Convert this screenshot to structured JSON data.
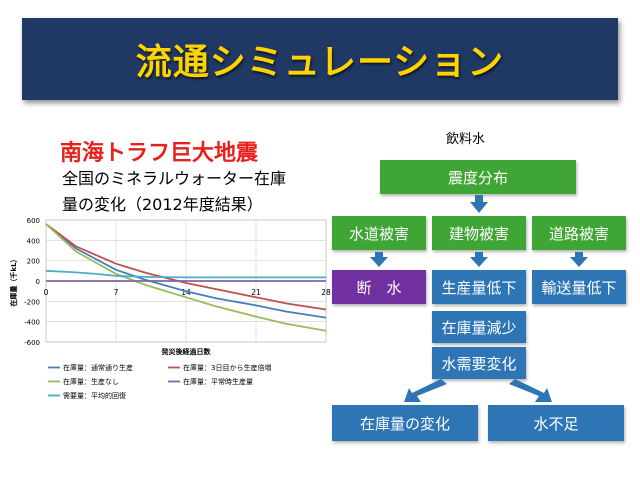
{
  "slide": {
    "title": "流通シミュレーション",
    "quake_title": "南海トラフ巨大地震",
    "chart_desc_line1": "全国のミネラルウォーター在庫",
    "chart_desc_line2": "量の変化（2012年度結果）"
  },
  "flow": {
    "title": "飲料水",
    "seismic": "震度分布",
    "water_damage": "水道被害",
    "building_damage": "建物被害",
    "road_damage": "道路被害",
    "water_cut": "断　水",
    "production_drop": "生産量低下",
    "transport_drop": "輸送量低下",
    "stock_decrease": "在庫量減少",
    "demand_change": "水需要変化",
    "stock_change": "在庫量の変化",
    "water_shortage": "水不足"
  },
  "colors": {
    "banner": "#1f3864",
    "title": "#ffd200",
    "quake": "#e8201c",
    "green": "#3fa535",
    "blue": "#2e75b6",
    "purple": "#7030a0"
  },
  "chart_data": {
    "type": "line",
    "xlabel": "発災後経過日数",
    "ylabel": "在庫量（千kL）",
    "xlim": [
      0,
      28
    ],
    "ylim": [
      -600,
      600
    ],
    "xticks": [
      0,
      7,
      14,
      21,
      28
    ],
    "yticks": [
      600,
      400,
      200,
      0,
      -200,
      -400,
      -600
    ],
    "grid": true,
    "legend_position": "bottom",
    "series": [
      {
        "name": "在庫量：通常通り生産",
        "color": "#4a7ebb",
        "x": [
          0,
          3,
          7,
          10,
          14,
          17,
          21,
          24,
          28
        ],
        "y": [
          560,
          320,
          110,
          10,
          -100,
          -170,
          -240,
          -300,
          -360
        ]
      },
      {
        "name": "在庫量：3日目から生産倍増",
        "color": "#c0504d",
        "x": [
          0,
          3,
          7,
          10,
          14,
          17,
          21,
          24,
          28
        ],
        "y": [
          560,
          340,
          170,
          80,
          -20,
          -80,
          -160,
          -220,
          -280
        ]
      },
      {
        "name": "在庫量：生産なし",
        "color": "#9bbb59",
        "x": [
          0,
          3,
          7,
          10,
          14,
          17,
          21,
          24,
          28
        ],
        "y": [
          560,
          290,
          70,
          -40,
          -160,
          -250,
          -350,
          -420,
          -490
        ]
      },
      {
        "name": "在庫量：平常時生産量",
        "color": "#8064a2",
        "x": [
          0,
          28
        ],
        "y": [
          0,
          0
        ]
      },
      {
        "name": "需要量：平均的回復",
        "color": "#4bacc6",
        "x": [
          0,
          3,
          5,
          7,
          10,
          14,
          21,
          28
        ],
        "y": [
          100,
          85,
          70,
          50,
          40,
          35,
          35,
          35
        ]
      }
    ]
  }
}
